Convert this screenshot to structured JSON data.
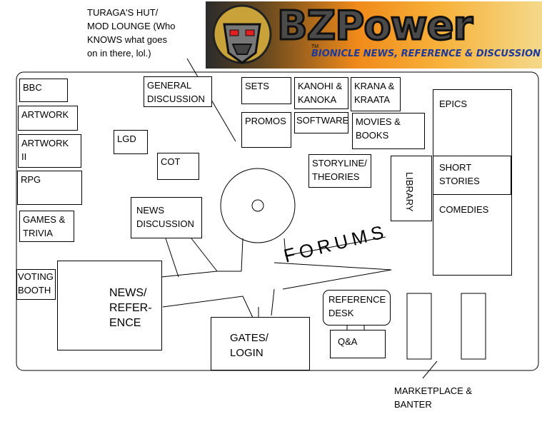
{
  "banner": {
    "logo_text": "BZPower",
    "tm": "TM",
    "tagline": "BIONICLE NEWS, REFERENCE & DISCUSSION"
  },
  "annotations": {
    "turaga_hut": "TURAGA'S HUT/\nMOD LOUNGE (Who\nKNOWS what goes\non in there, lol.)",
    "marketplace": "MARKETPLACE &\nBANTER",
    "forums": "FORUMS"
  },
  "rooms": {
    "bbc": "BBC",
    "artwork": "ARTWORK",
    "artwork2": "ARTWORK\nII",
    "rpg": "RPG",
    "games": "GAMES &\nTRIVIA",
    "voting": "VOTING\nBOOTH",
    "general": "GENERAL\nDISCUSSION",
    "lgd": "LGD",
    "cot": "COT",
    "sets": "SETS",
    "kanohi": "KANOHI &\nKANOKA",
    "krana": "KRANA &\nKRAATA",
    "promos": "PROMOS",
    "software": "SOFTWARE",
    "movies": "MOVIES &\nBOOKS",
    "storyline": "STORYLINE/\nTHEORIES",
    "library": "LIBRARY",
    "epics": "EPICS",
    "short_stories": "SHORT\nSTORIES",
    "comedies": "COMEDIES",
    "news_discussion": "NEWS\nDISCUSSION",
    "news_reference": "NEWS/\nREFER-\nENCE",
    "gates": "GATES/\nLOGIN",
    "reference_desk": "REFERENCE\nDESK",
    "qa": "Q&A"
  }
}
